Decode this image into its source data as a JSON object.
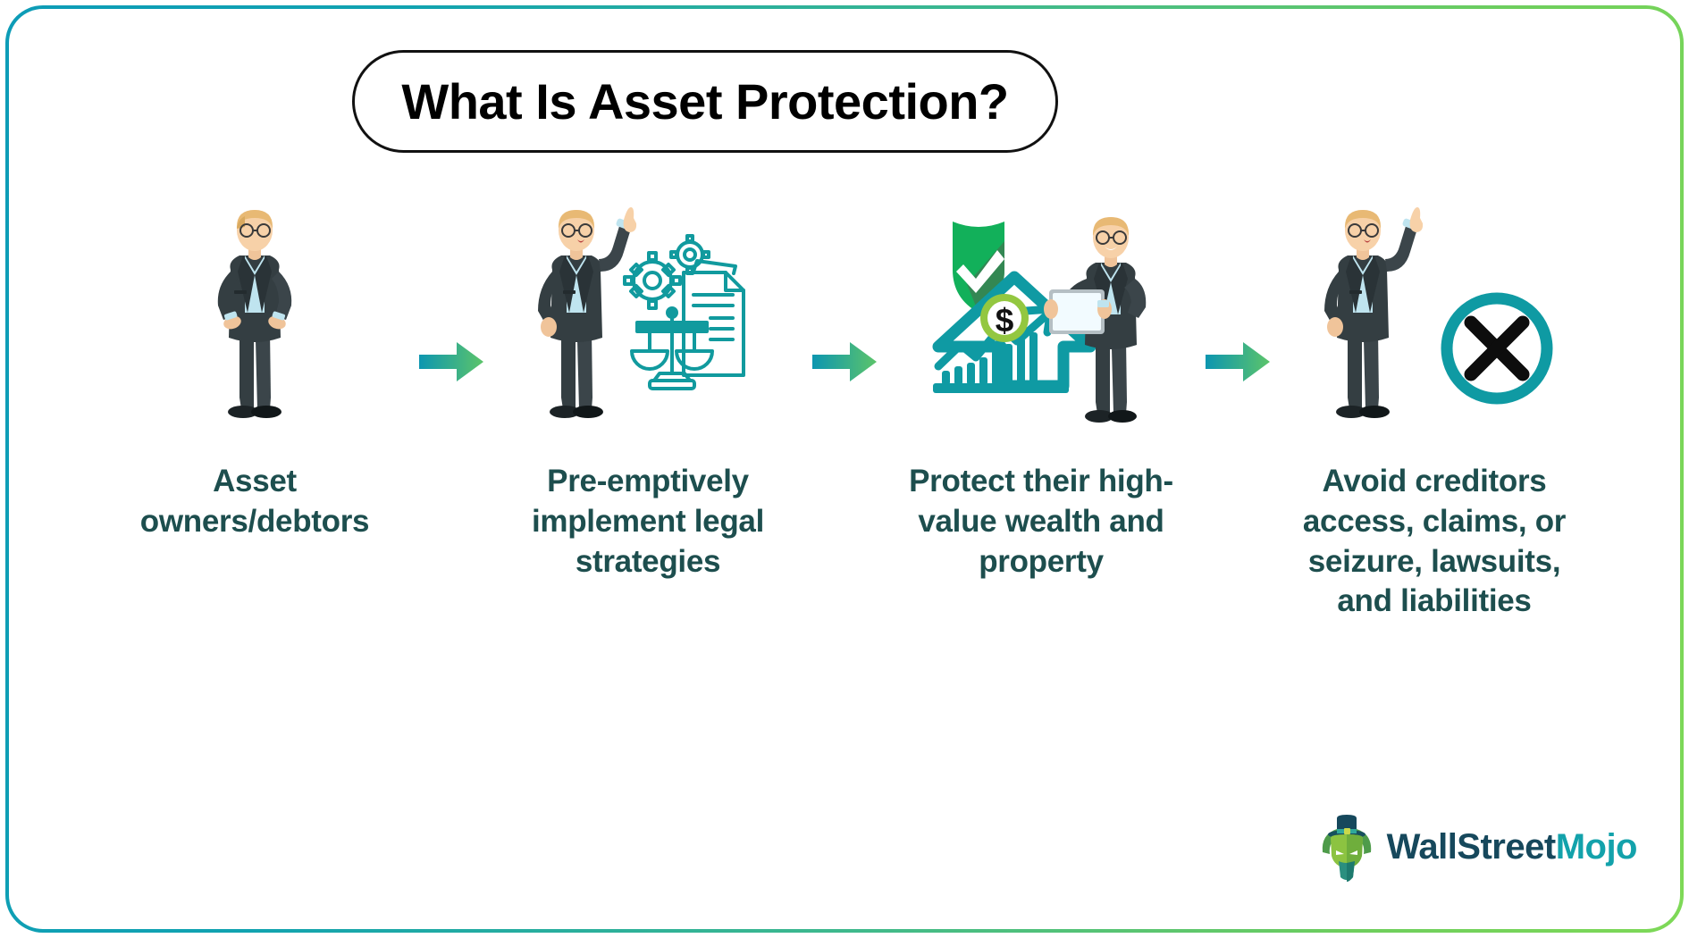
{
  "title": "What Is Asset Protection?",
  "colors": {
    "border_start": "#0d9cb7",
    "border_end": "#7ed957",
    "caption_text": "#1d4e4e",
    "title_text": "#000000",
    "icon_teal": "#119a9e",
    "shield_green": "#12b05a",
    "arrow_start": "#0d96b0",
    "arrow_end": "#5cc46a",
    "suit_dark": "#343e42",
    "shirt_blue": "#bfe4ef",
    "hair_blond": "#e8b974",
    "logo_dark": "#16485c",
    "logo_teal": "#13a2ab"
  },
  "steps": [
    {
      "caption": "Asset owners/debtors",
      "icons": [
        "businessman-hands-on-hips-icon"
      ]
    },
    {
      "caption": "Pre-emptively implement legal strategies",
      "icons": [
        "businessman-pointing-up-icon",
        "gears-scales-document-icon"
      ]
    },
    {
      "caption": "Protect their high-value wealth and property",
      "icons": [
        "shield-check-icon",
        "house-growth-chart-dollar-icon",
        "businessman-holding-tablet-icon"
      ]
    },
    {
      "caption": "Avoid creditors access, claims, or seizure, lawsuits, and liabilities",
      "icons": [
        "businessman-pointing-up-icon",
        "circle-x-icon"
      ]
    }
  ],
  "arrows": [
    {
      "name": "arrow-step-1-to-2"
    },
    {
      "name": "arrow-step-2-to-3"
    },
    {
      "name": "arrow-step-3-to-4"
    }
  ],
  "logo": {
    "word1": "WallStreet",
    "word2": "Mojo"
  }
}
